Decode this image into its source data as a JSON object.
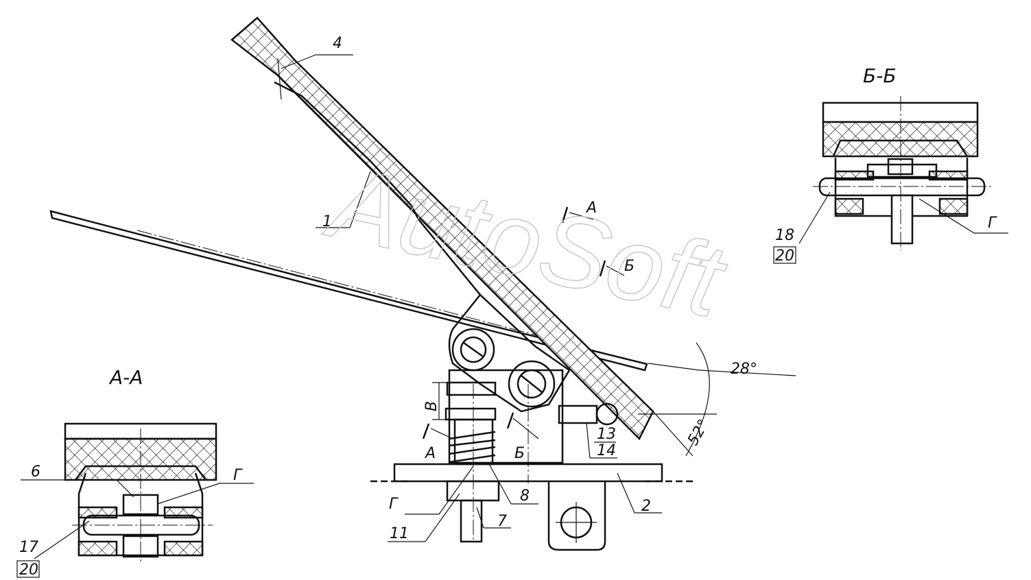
{
  "watermark": "AutoSoft",
  "views": {
    "section_aa": "А-А",
    "section_bb": "Б-Б"
  },
  "cut_marks": {
    "a_top": "А",
    "b_top": "Б",
    "a_bottom": "А",
    "b_bottom": "Б"
  },
  "dimensions": {
    "angle_upper": "28°",
    "angle_lower": "52°",
    "gap": "В"
  },
  "part_labels": {
    "p1": "1",
    "p2": "2",
    "p4": "4",
    "p7": "7",
    "p8": "8",
    "p11": "11",
    "p13": "13",
    "p14": "14",
    "g_main": "Г",
    "aa_6": "6",
    "aa_g": "Г",
    "aa_17": "17",
    "aa_20": "20",
    "bb_18": "18",
    "bb_20": "20",
    "bb_g": "Г"
  }
}
